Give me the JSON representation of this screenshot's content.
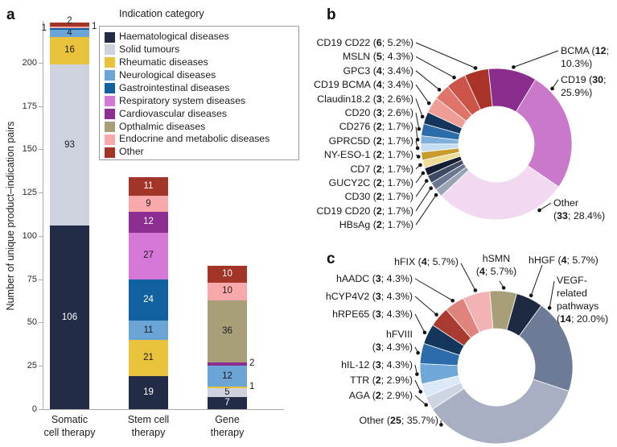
{
  "panels": {
    "a": "a",
    "b": "b",
    "c": "c"
  },
  "chart_data": [
    {
      "id": "a",
      "type": "bar",
      "stacked": true,
      "legend_title": "Indication category",
      "ylabel": "Number of unique product–indication pairs",
      "yticks": [
        0,
        25,
        50,
        75,
        100,
        125,
        150,
        175,
        200
      ],
      "ylim": [
        0,
        232
      ],
      "legend_position": "top-right",
      "grid": false,
      "legend": [
        {
          "label": "Haematological diseases",
          "color": "#232c46"
        },
        {
          "label": "Solid tumours",
          "color": "#cdd2de"
        },
        {
          "label": "Rheumatic diseases",
          "color": "#e9c23c"
        },
        {
          "label": "Neurological diseases",
          "color": "#6ba4d6"
        },
        {
          "label": "Gastrointestinal diseases",
          "color": "#11609f"
        },
        {
          "label": "Respiratory system diseases",
          "color": "#d678d8"
        },
        {
          "label": "Cardiovascular diseases",
          "color": "#8c2d91"
        },
        {
          "label": "Opthalmic diseases",
          "color": "#a89f78"
        },
        {
          "label": "Endocrine and metabolic diseases",
          "color": "#f9a9ac"
        },
        {
          "label": "Other",
          "color": "#a33428"
        }
      ],
      "bars": [
        {
          "category_lines": [
            "Somatic",
            "cell therapy"
          ],
          "segments": [
            {
              "category": "Haematological diseases",
              "value": 106,
              "label_pos": "inside"
            },
            {
              "category": "Solid tumours",
              "value": 93,
              "label_pos": "inside"
            },
            {
              "category": "Rheumatic diseases",
              "value": 16,
              "label_pos": "inside"
            },
            {
              "category": "Neurological diseases",
              "value": 4,
              "label_pos": "inside"
            },
            {
              "category": "Gastrointestinal diseases",
              "value": 1,
              "label_pos": "left"
            },
            {
              "category": "Endocrine and metabolic diseases",
              "value": 1,
              "label_pos": "right"
            },
            {
              "category": "Other",
              "value": 2,
              "label_pos": "top"
            }
          ]
        },
        {
          "category_lines": [
            "Stem cell",
            "therapy"
          ],
          "segments": [
            {
              "category": "Haematological diseases",
              "value": 19,
              "label_pos": "inside"
            },
            {
              "category": "Rheumatic diseases",
              "value": 21,
              "label_pos": "inside"
            },
            {
              "category": "Neurological diseases",
              "value": 11,
              "label_pos": "inside"
            },
            {
              "category": "Gastrointestinal diseases",
              "value": 24,
              "label_pos": "inside"
            },
            {
              "category": "Respiratory system diseases",
              "value": 27,
              "label_pos": "inside"
            },
            {
              "category": "Cardiovascular diseases",
              "value": 12,
              "label_pos": "inside"
            },
            {
              "category": "Endocrine and metabolic diseases",
              "value": 9,
              "label_pos": "inside"
            },
            {
              "category": "Other",
              "value": 11,
              "label_pos": "inside"
            }
          ]
        },
        {
          "category_lines": [
            "Gene",
            "therapy"
          ],
          "segments": [
            {
              "category": "Haematological diseases",
              "value": 7,
              "label_pos": "inside"
            },
            {
              "category": "Solid tumours",
              "value": 5,
              "label_pos": "inside"
            },
            {
              "category": "Rheumatic diseases",
              "value": 1,
              "label_pos": "right"
            },
            {
              "category": "Neurological diseases",
              "value": 12,
              "label_pos": "inside"
            },
            {
              "category": "Cardiovascular diseases",
              "value": 2,
              "label_pos": "right"
            },
            {
              "category": "Opthalmic diseases",
              "value": 36,
              "label_pos": "inside"
            },
            {
              "category": "Endocrine and metabolic diseases",
              "value": 10,
              "label_pos": "inside"
            },
            {
              "category": "Other",
              "value": 10,
              "label_pos": "inside"
            }
          ]
        }
      ]
    },
    {
      "id": "b",
      "type": "donut",
      "slices": [
        {
          "name": "BCMA",
          "count": 12,
          "pct": "10.3%",
          "color": "#8a2e8e"
        },
        {
          "name": "CD19",
          "count": 30,
          "pct": "25.9%",
          "color": "#c978ca"
        },
        {
          "name": "Other",
          "count": 33,
          "pct": "28.4%",
          "color": "#f2d9f1"
        },
        {
          "name": "HBsAg",
          "count": 2,
          "pct": "1.7%",
          "color": "#99a3b4"
        },
        {
          "name": "CD19 CD20",
          "count": 2,
          "pct": "1.7%",
          "color": "#6b7690"
        },
        {
          "name": "CD30",
          "count": 2,
          "pct": "1.7%",
          "color": "#3f4a63"
        },
        {
          "name": "GUCY2C",
          "count": 2,
          "pct": "1.7%",
          "color": "#171e31"
        },
        {
          "name": "CD7",
          "count": 2,
          "pct": "1.7%",
          "color": "#eedc96"
        },
        {
          "name": "NY-ESO-1",
          "count": 2,
          "pct": "1.7%",
          "color": "#c99b2d"
        },
        {
          "name": "GPRC5D",
          "count": 2,
          "pct": "1.7%",
          "color": "#c5ddf1"
        },
        {
          "name": "CD276",
          "count": 2,
          "pct": "1.7%",
          "color": "#7fb0dc"
        },
        {
          "name": "CD20",
          "count": 3,
          "pct": "2.6%",
          "color": "#2d6cab"
        },
        {
          "name": "Claudin18.2",
          "count": 3,
          "pct": "2.6%",
          "color": "#14365d"
        },
        {
          "name": "CD19 BCMA",
          "count": 4,
          "pct": "3.4%",
          "color": "#ee9e94"
        },
        {
          "name": "GPC3",
          "count": 4,
          "pct": "3.4%",
          "color": "#e0746a"
        },
        {
          "name": "MSLN",
          "count": 5,
          "pct": "4.3%",
          "color": "#cd5449"
        },
        {
          "name": "CD19 CD22",
          "count": 6,
          "pct": "5.2%",
          "color": "#a93328"
        }
      ]
    },
    {
      "id": "c",
      "type": "donut",
      "slices": [
        {
          "name": "hSMN",
          "count": 4,
          "pct": "5.7%",
          "color": "#a89f78"
        },
        {
          "name": "hHGF",
          "count": 4,
          "pct": "5.7%",
          "color": "#1d2a42"
        },
        {
          "name": "VEGF-related pathways",
          "count": 14,
          "pct": "20.0%",
          "color": "#6d7b96"
        },
        {
          "name": "Other",
          "count": 25,
          "pct": "35.7%",
          "color": "#a8afc2"
        },
        {
          "name": "AGA",
          "count": 2,
          "pct": "2.9%",
          "color": "#cdd4e3"
        },
        {
          "name": "TTR",
          "count": 2,
          "pct": "2.9%",
          "color": "#d9e9f7"
        },
        {
          "name": "hIL-12",
          "count": 3,
          "pct": "4.3%",
          "color": "#6fa7d9"
        },
        {
          "name": "hFVIII",
          "count": 3,
          "pct": "4.3%",
          "color": "#2d6cab"
        },
        {
          "name": "hRPE65",
          "count": 3,
          "pct": "4.3%",
          "color": "#14365d"
        },
        {
          "name": "hCYP4V2",
          "count": 3,
          "pct": "4.3%",
          "color": "#a93a30"
        },
        {
          "name": "hAADC",
          "count": 3,
          "pct": "4.3%",
          "color": "#e0837c"
        },
        {
          "name": "hFIX",
          "count": 4,
          "pct": "5.7%",
          "color": "#f1b3b4"
        }
      ]
    }
  ]
}
